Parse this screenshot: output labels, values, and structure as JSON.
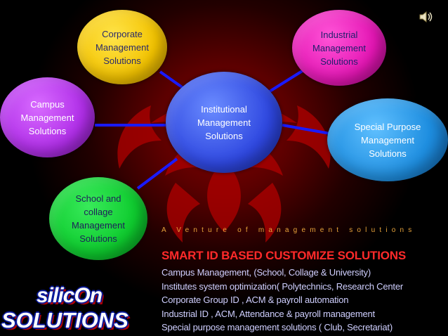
{
  "nodes": {
    "corporate": "Corporate\nManagement\nSolutions",
    "industrial": "Industrial\nManagement\nSolutions",
    "campus": "Campus\nManagement\nSolutions",
    "institutional": "Institutional\nManagement\nSolutions",
    "special": "Special Purpose\nManagement\nSolutions",
    "school": "School and\ncollage\nManagement\nSolutions"
  },
  "tagline": "A Venture of management solutions",
  "headline": "SMART ID BASED  CUSTOMIZE SOLUTIONS",
  "lines": [
    "Campus Management, (School, Collage & University)",
    "Institutes  system optimization( Polytechnics, Research Center",
    "Corporate  Group ID , ACM  & payroll automation",
    "Industrial  ID , ACM, Attendance & payroll management",
    "Special purpose  management  solutions  ( Club, Secretariat)"
  ],
  "logo": {
    "top": "silicOn",
    "bottom": "SOLUTIONS"
  },
  "icons": {
    "speaker": "speaker-icon"
  },
  "colors": {
    "corporate": "#f3c300",
    "industrial": "#e416b4",
    "campus": "#b02ee8",
    "institutional": "#2f48e0",
    "special": "#1e8ee0",
    "school": "#0ecb2e",
    "headline": "#ff2a2a",
    "tagline": "#e7a33b",
    "connector": "#1a1aff"
  }
}
